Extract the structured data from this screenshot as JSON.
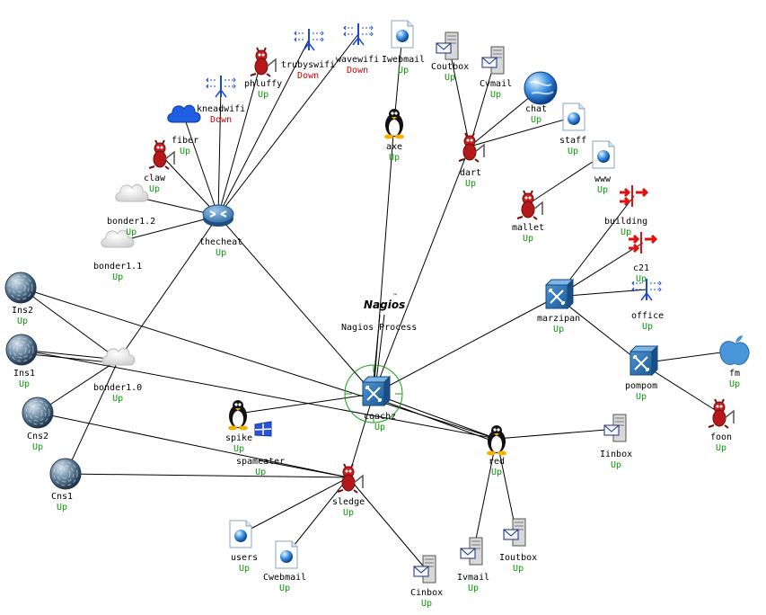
{
  "colors": {
    "up": "#0a9a0a",
    "down": "#cc0000",
    "ring": "#16a016",
    "edge": "#000000"
  },
  "process": {
    "logo": "Nagios",
    "label": "Nagios Process"
  },
  "nodes": [
    {
      "id": "thecheat",
      "label": "thecheat",
      "status": "Up",
      "icon": "router-icon"
    },
    {
      "id": "coachz",
      "label": "coachz",
      "status": "Up",
      "icon": "switch-icon"
    },
    {
      "id": "marzipan",
      "label": "marzipan",
      "status": "Up",
      "icon": "switch-icon"
    },
    {
      "id": "pompom",
      "label": "pompom",
      "status": "Up",
      "icon": "switch-icon"
    },
    {
      "id": "bonder10",
      "label": "bonder1.0",
      "status": "Up",
      "icon": "cloud-icon"
    },
    {
      "id": "bonder11",
      "label": "bonder1.1",
      "status": "Up",
      "icon": "cloud-icon"
    },
    {
      "id": "bonder12",
      "label": "bonder1.2",
      "status": "Up",
      "icon": "cloud-icon"
    },
    {
      "id": "fiber",
      "label": "fiber",
      "status": "Up",
      "icon": "blue-cloud-icon"
    },
    {
      "id": "claw",
      "label": "claw",
      "status": "Up",
      "icon": "bsd-daemon-icon"
    },
    {
      "id": "kneadwifi",
      "label": "kneadwifi",
      "status": "Down",
      "icon": "antenna-icon"
    },
    {
      "id": "phluffy",
      "label": "phluffy",
      "status": "Up",
      "icon": "bsd-daemon-icon"
    },
    {
      "id": "trubyswifi",
      "label": "trubyswifi",
      "status": "Down",
      "icon": "antenna-icon"
    },
    {
      "id": "wavewifi",
      "label": "wavewifi",
      "status": "Down",
      "icon": "antenna-icon"
    },
    {
      "id": "iwebmail",
      "label": "Iwebmail",
      "status": "Up",
      "icon": "web-page-icon"
    },
    {
      "id": "axe",
      "label": "axe",
      "status": "Up",
      "icon": "linux-penguin-icon"
    },
    {
      "id": "coutbox",
      "label": "Coutbox",
      "status": "Up",
      "icon": "mail-server-icon"
    },
    {
      "id": "cvmail",
      "label": "Cvmail",
      "status": "Up",
      "icon": "mail-server-icon"
    },
    {
      "id": "chat",
      "label": "chat",
      "status": "Up",
      "icon": "globe-icon"
    },
    {
      "id": "staff",
      "label": "staff",
      "status": "Up",
      "icon": "web-page-icon"
    },
    {
      "id": "dart",
      "label": "dart",
      "status": "Up",
      "icon": "bsd-daemon-icon"
    },
    {
      "id": "www",
      "label": "www",
      "status": "Up",
      "icon": "web-page-icon"
    },
    {
      "id": "mallet",
      "label": "mallet",
      "status": "Up",
      "icon": "bsd-daemon-icon"
    },
    {
      "id": "building",
      "label": "building",
      "status": "Up",
      "icon": "red-arrows-icon"
    },
    {
      "id": "c21",
      "label": "c21",
      "status": "Up",
      "icon": "red-arrows-icon"
    },
    {
      "id": "office",
      "label": "office",
      "status": "Up",
      "icon": "antenna-icon"
    },
    {
      "id": "fm",
      "label": "fm",
      "status": "Up",
      "icon": "apple-icon"
    },
    {
      "id": "foon",
      "label": "foon",
      "status": "Up",
      "icon": "bsd-daemon-icon"
    },
    {
      "id": "iinbox",
      "label": "Iinbox",
      "status": "Up",
      "icon": "mail-server-icon"
    },
    {
      "id": "red",
      "label": "red",
      "status": "Up",
      "icon": "linux-penguin-icon"
    },
    {
      "id": "ivmail",
      "label": "Ivmail",
      "status": "Up",
      "icon": "mail-server-icon"
    },
    {
      "id": "ioutbox",
      "label": "Ioutbox",
      "status": "Up",
      "icon": "mail-server-icon"
    },
    {
      "id": "cinbox",
      "label": "Cinbox",
      "status": "Up",
      "icon": "mail-server-icon"
    },
    {
      "id": "sledge",
      "label": "sledge",
      "status": "Up",
      "icon": "bsd-daemon-icon"
    },
    {
      "id": "cwebmail",
      "label": "Cwebmail",
      "status": "Up",
      "icon": "web-page-icon"
    },
    {
      "id": "users",
      "label": "users",
      "status": "Up",
      "icon": "web-page-icon"
    },
    {
      "id": "spameater",
      "label": "spameater",
      "status": "Up",
      "icon": "none"
    },
    {
      "id": "spike",
      "label": "spike",
      "status": "Up",
      "icon": "linux-penguin-icon"
    },
    {
      "id": "ins2",
      "label": "Ins2",
      "status": "Up",
      "icon": "swirl-sphere-icon"
    },
    {
      "id": "ins1",
      "label": "Ins1",
      "status": "Up",
      "icon": "swirl-sphere-icon"
    },
    {
      "id": "cns2",
      "label": "Cns2",
      "status": "Up",
      "icon": "swirl-sphere-icon"
    },
    {
      "id": "cns1",
      "label": "Cns1",
      "status": "Up",
      "icon": "swirl-sphere-icon"
    }
  ],
  "edges": [
    [
      "thecheat",
      "bonder12"
    ],
    [
      "thecheat",
      "bonder11"
    ],
    [
      "thecheat",
      "fiber"
    ],
    [
      "thecheat",
      "claw"
    ],
    [
      "thecheat",
      "kneadwifi"
    ],
    [
      "thecheat",
      "phluffy"
    ],
    [
      "thecheat",
      "trubyswifi"
    ],
    [
      "thecheat",
      "wavewifi"
    ],
    [
      "thecheat",
      "coachz"
    ],
    [
      "thecheat",
      "bonder10"
    ],
    [
      "coachz",
      "axe"
    ],
    [
      "axe",
      "iwebmail"
    ],
    [
      "coachz",
      "dart"
    ],
    [
      "dart",
      "coutbox"
    ],
    [
      "dart",
      "cvmail"
    ],
    [
      "dart",
      "chat"
    ],
    [
      "dart",
      "staff"
    ],
    [
      "coachz",
      "marzipan"
    ],
    [
      "marzipan",
      "building"
    ],
    [
      "marzipan",
      "c21"
    ],
    [
      "marzipan",
      "office"
    ],
    [
      "marzipan",
      "pompom"
    ],
    [
      "pompom",
      "fm"
    ],
    [
      "pompom",
      "foon"
    ],
    [
      "coachz",
      "red"
    ],
    [
      "coachz",
      "red"
    ],
    [
      "red",
      "iinbox"
    ],
    [
      "red",
      "ivmail"
    ],
    [
      "red",
      "ioutbox"
    ],
    [
      "coachz",
      "sledge"
    ],
    [
      "sledge",
      "cinbox"
    ],
    [
      "sledge",
      "cwebmail"
    ],
    [
      "sledge",
      "users"
    ],
    [
      "sledge",
      "spameater"
    ],
    [
      "sledge",
      "cns1"
    ],
    [
      "coachz",
      "spike"
    ],
    [
      "ins2",
      "bonder10"
    ],
    [
      "ins1",
      "bonder10"
    ],
    [
      "ins1",
      "bonder10"
    ],
    [
      "cns2",
      "bonder10"
    ],
    [
      "cns1",
      "bonder10"
    ],
    [
      "ins2",
      "red"
    ],
    [
      "ins1",
      "red"
    ],
    [
      "cns2",
      "sledge"
    ],
    [
      "www",
      "mallet"
    ]
  ]
}
